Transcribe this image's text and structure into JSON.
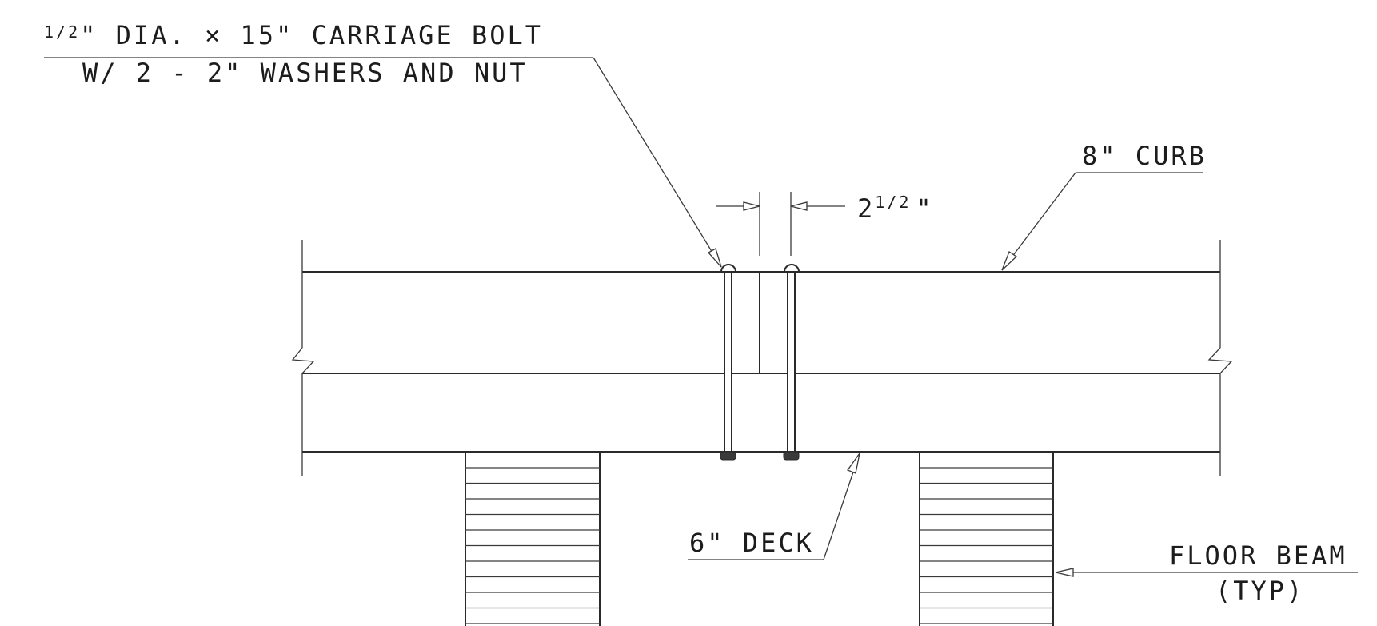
{
  "labels": {
    "bolt_line1_frac": "1/2",
    "bolt_line1_rest": "\" DIA. × 15\" CARRIAGE BOLT",
    "bolt_line2": "W/ 2 - 2\" WASHERS AND NUT",
    "spacing_whole": "2",
    "spacing_frac": "1/2",
    "spacing_unit": "\"",
    "curb": "8\" CURB",
    "deck": "6\" DECK",
    "floor_beam_line1": "FLOOR BEAM",
    "floor_beam_line2": "(TYP)"
  },
  "colors": {
    "line": "#2a2a2a",
    "background": "#ffffff"
  }
}
